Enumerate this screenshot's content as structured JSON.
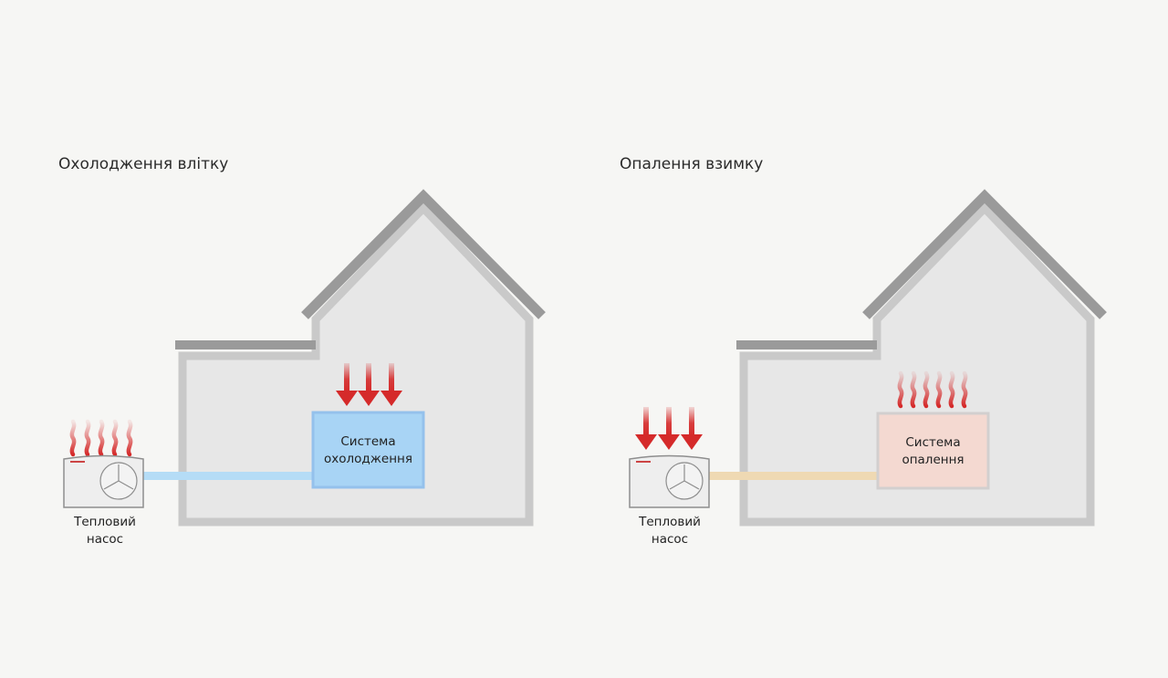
{
  "panels": {
    "cooling": {
      "title": "Охолодження влітку",
      "pump_line1": "Тепловий",
      "pump_line2": "насос",
      "system_line1": "Система",
      "system_line2": "охолодження",
      "system_color": "#a8d4f5",
      "system_border": "#94c1ec",
      "pipe_color": "#b5dcf6"
    },
    "heating": {
      "title": "Опалення взимку",
      "pump_line1": "Тепловий",
      "pump_line2": "насос",
      "system_line1": "Система",
      "system_line2": "опалення",
      "system_color": "#f4d9d1",
      "system_border": "#d2cfcf",
      "pipe_color": "#efd9b3"
    }
  },
  "colors": {
    "background": "#f6f6f4",
    "house_fill": "#e7e7e7",
    "house_wall": "#c9c9c9",
    "roof": "#9a9a9a",
    "arrow": "#d52a2a"
  },
  "icons": [
    "heat-wave-icon",
    "down-arrow-icon",
    "fan-icon"
  ]
}
